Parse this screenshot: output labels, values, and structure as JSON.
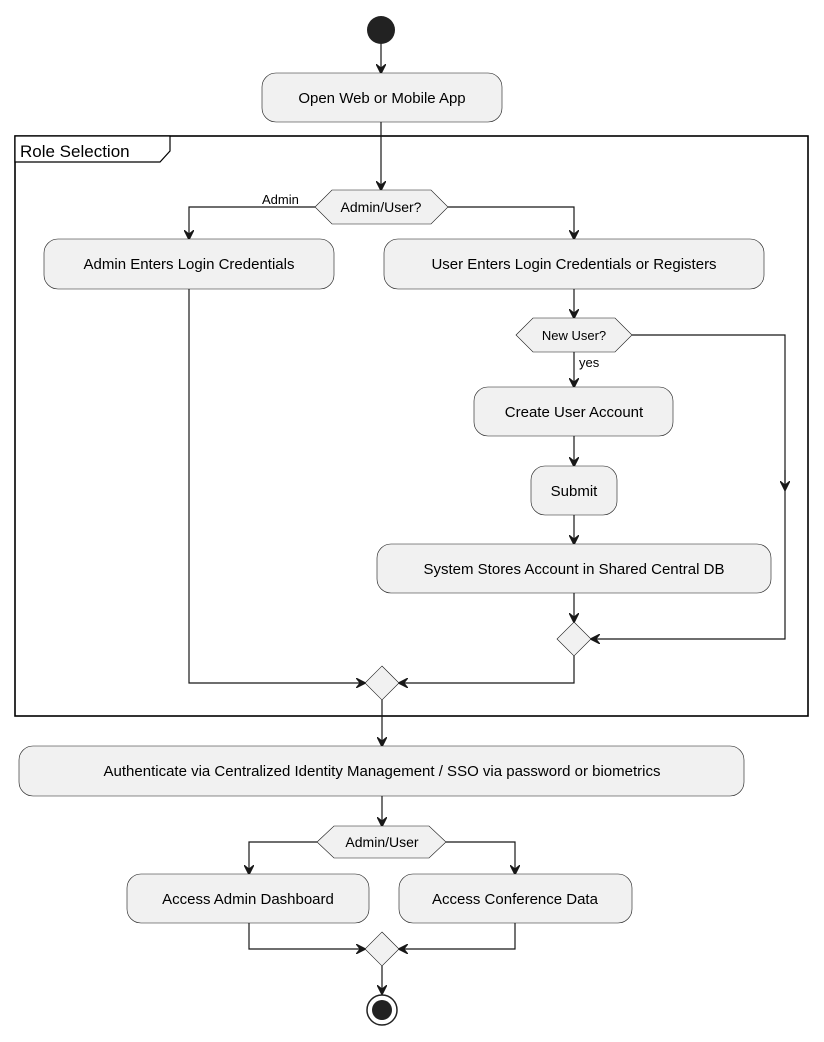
{
  "diagram": {
    "type": "activity",
    "partition": {
      "label": "Role Selection"
    },
    "nodes": {
      "start": {
        "kind": "start"
      },
      "open_app": {
        "kind": "action",
        "label": "Open Web or Mobile App"
      },
      "role_decision": {
        "kind": "decision",
        "label": "Admin/User?"
      },
      "admin_login": {
        "kind": "action",
        "label": "Admin Enters Login Credentials"
      },
      "user_login": {
        "kind": "action",
        "label": "User Enters Login Credentials or Registers"
      },
      "new_user_decision": {
        "kind": "decision",
        "label": "New User?"
      },
      "create_account": {
        "kind": "action",
        "label": "Create User Account"
      },
      "submit": {
        "kind": "action",
        "label": "Submit"
      },
      "store_account": {
        "kind": "action",
        "label": "System Stores Account in Shared Central DB"
      },
      "merge_new_user": {
        "kind": "merge"
      },
      "merge_role": {
        "kind": "merge"
      },
      "authenticate": {
        "kind": "action",
        "label": "Authenticate via Centralized Identity Management / SSO via password or biometrics"
      },
      "access_decision": {
        "kind": "decision",
        "label": "Admin/User"
      },
      "admin_dashboard": {
        "kind": "action",
        "label": "Access Admin Dashboard"
      },
      "conference_data": {
        "kind": "action",
        "label": "Access Conference Data"
      },
      "merge_access": {
        "kind": "merge"
      },
      "end": {
        "kind": "end"
      }
    },
    "edge_labels": {
      "admin_branch": "Admin",
      "new_user_yes": "yes"
    },
    "edges": [
      [
        "start",
        "open_app"
      ],
      [
        "open_app",
        "role_decision"
      ],
      [
        "role_decision",
        "admin_login",
        "Admin"
      ],
      [
        "role_decision",
        "user_login"
      ],
      [
        "user_login",
        "new_user_decision"
      ],
      [
        "new_user_decision",
        "create_account",
        "yes"
      ],
      [
        "new_user_decision",
        "merge_new_user"
      ],
      [
        "create_account",
        "submit"
      ],
      [
        "submit",
        "store_account"
      ],
      [
        "store_account",
        "merge_new_user"
      ],
      [
        "admin_login",
        "merge_role"
      ],
      [
        "merge_new_user",
        "merge_role"
      ],
      [
        "merge_role",
        "authenticate"
      ],
      [
        "authenticate",
        "access_decision"
      ],
      [
        "access_decision",
        "admin_dashboard"
      ],
      [
        "access_decision",
        "conference_data"
      ],
      [
        "admin_dashboard",
        "merge_access"
      ],
      [
        "conference_data",
        "merge_access"
      ],
      [
        "merge_access",
        "end"
      ]
    ]
  }
}
